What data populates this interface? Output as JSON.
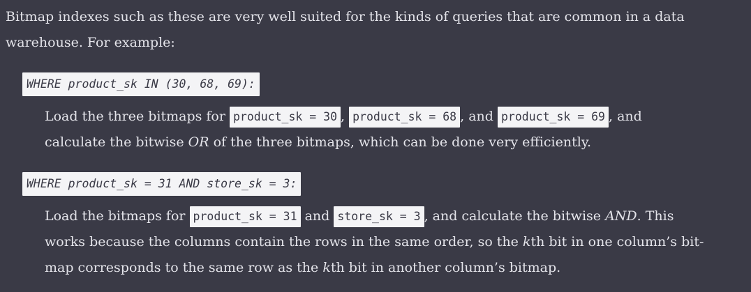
{
  "intro": {
    "line1": "Bitmap indexes such as these are very well suited for the kinds of queries that are common in a data",
    "line2": "warehouse. For example:"
  },
  "query1": {
    "code": "WHERE product_sk IN (30, 68, 69):",
    "desc": {
      "part1": "Load the three bitmaps for ",
      "code1": "product_sk = 30",
      "sep1": ", ",
      "code2": "product_sk = 68",
      "sep2": ", and ",
      "code3": "product_sk = 69",
      "part2": ", and",
      "part3": "calculate the bitwise ",
      "em1": "OR",
      "part4": " of the three bitmaps, which can be done very efficiently."
    }
  },
  "query2": {
    "code": "WHERE product_sk = 31 AND store_sk = 3:",
    "desc": {
      "part1": "Load the bitmaps for ",
      "code1": "product_sk = 31",
      "sep1": " and ",
      "code2": "store_sk = 3",
      "part2": ", and calculate the bitwise ",
      "em1": "AND",
      "part3": ". This",
      "part4": "works because the columns contain the rows in the same order, so the ",
      "em2": "k",
      "part5": "th bit in one column’s bit-",
      "part6": "map corresponds to the same row as the ",
      "em3": "k",
      "part7": "th bit in another column’s bitmap."
    }
  }
}
